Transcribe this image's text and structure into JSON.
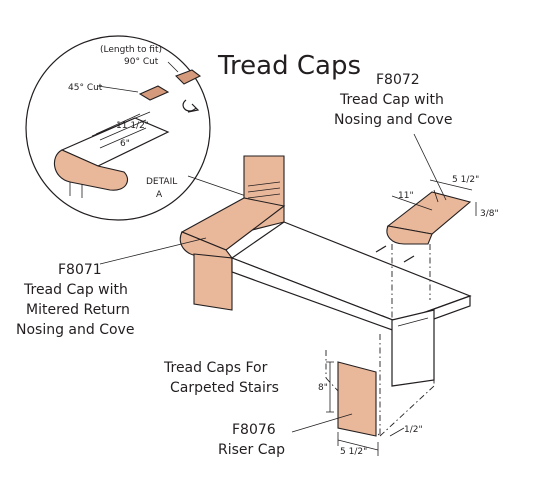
{
  "title": "Tread Caps",
  "detail": {
    "length_note": "(Length to fit)",
    "cut_90": "90° Cut",
    "cut_45": "45° Cut",
    "dim_11_5": "11 1/2\"",
    "dim_6": "6\"",
    "label_line1": "DETAIL",
    "label_line2": "A"
  },
  "f8072": {
    "code": "F8072",
    "line1": "Tread Cap with",
    "line2": "Nosing and Cove",
    "dim_width": "5 1/2\"",
    "dim_depth": "11\"",
    "dim_thick": "3/8\""
  },
  "f8071": {
    "code": "F8071",
    "line1": "Tread Cap with",
    "line2": "Mitered Return",
    "line3": "Nosing and Cove"
  },
  "carpeted": {
    "line1": "Tread Caps For",
    "line2": "Carpeted Stairs"
  },
  "f8076": {
    "code": "F8076",
    "line1": "Riser Cap",
    "dim_height": "8\"",
    "dim_width": "5 1/2\"",
    "dim_thick": "1/2\""
  },
  "colors": {
    "cap_fill": "#e9b79a",
    "line": "#231f20"
  }
}
